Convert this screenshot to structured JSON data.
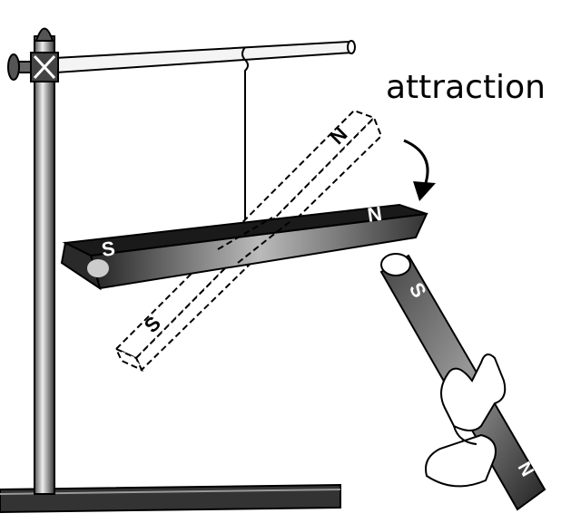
{
  "caption": "attraction",
  "hanging_magnet": {
    "pole_left": "S",
    "pole_right": "N"
  },
  "dashed_magnet": {
    "pole_top": "N",
    "pole_bottom": "S"
  },
  "hand_magnet": {
    "pole_top": "S",
    "pole_bottom": "N"
  },
  "colors": {
    "ink": "#000000",
    "background": "#ffffff",
    "magnet_dark": "#2a2a2a",
    "magnet_light": "#d8d8d8"
  }
}
